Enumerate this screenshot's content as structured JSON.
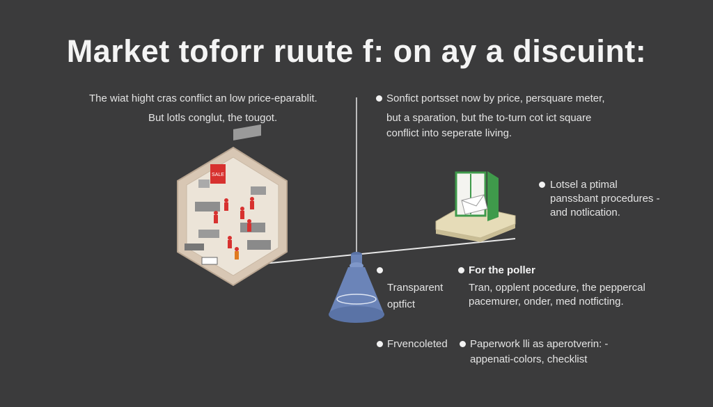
{
  "title": "Market toforr ruute f: on ay a discuint:",
  "left_intro": {
    "line1": "The wiat hight cras conflict an low price-eparablit.",
    "line2": "But lotls conglut, the tougot."
  },
  "top_right": {
    "line1": "Sonfict portsset now by price, persquare meter,",
    "line2": "but a sparation, but the to-turn cot ict square",
    "line3": "conflict into seperate living."
  },
  "mid_right": {
    "line1": "Lotsel a ptimal",
    "line2": "panssbant procedures -",
    "line3": "and notlication."
  },
  "store_sign": "SALE",
  "bottom_left_a": {
    "line1": "Transparent",
    "line2": "optfict"
  },
  "bottom_right_a": {
    "heading": "For the poller",
    "line1": "Tran, opplent pocedure, the peppercal",
    "line2": "pacemurer, onder, med notficting."
  },
  "bottom_left_b": {
    "label": "Frvencoleted"
  },
  "bottom_right_b": {
    "line1": "Paperwork lli as aperotverin: -",
    "line2": "appenati-colors, checklist"
  },
  "colors": {
    "background": "#3b3b3c",
    "hexagon": "#d8c7b4",
    "figures": "#d7312f",
    "door_green": "#3f9a4b",
    "funnel": "#6b84b8"
  }
}
